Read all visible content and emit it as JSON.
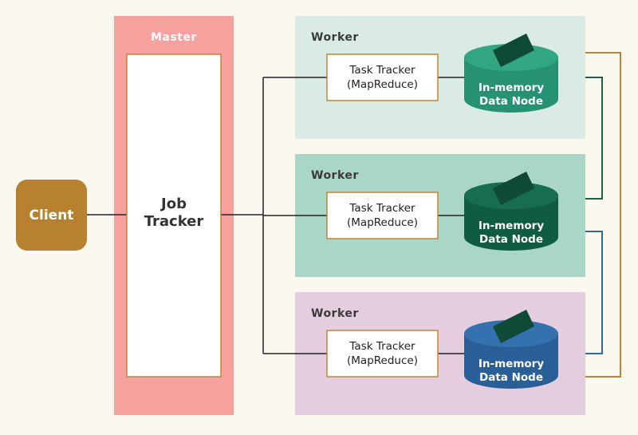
{
  "client": {
    "label": "Client"
  },
  "master": {
    "title": "Master",
    "job_tracker": {
      "line1": "Job",
      "line2": "Tracker"
    }
  },
  "workers": [
    {
      "title": "Worker",
      "task_tracker": {
        "line1": "Task Tracker",
        "line2": "(MapReduce)"
      },
      "data_node": {
        "line1": "In-memory",
        "line2": "Data Node"
      }
    },
    {
      "title": "Worker",
      "task_tracker": {
        "line1": "Task Tracker",
        "line2": "(MapReduce)"
      },
      "data_node": {
        "line1": "In-memory",
        "line2": "Data Node"
      }
    },
    {
      "title": "Worker",
      "task_tracker": {
        "line1": "Task Tracker",
        "line2": "(MapReduce)"
      },
      "data_node": {
        "line1": "In-memory",
        "line2": "Data Node"
      }
    }
  ],
  "colors": {
    "background": "#fbf8f0",
    "client": "#b8812f",
    "master_panel": "#f6a19d",
    "worker_panels": [
      "#d9ebe4",
      "#aad6c8",
      "#e5cde0"
    ],
    "data_nodes": [
      "#269173",
      "#0f5c42",
      "#2a5e96"
    ],
    "data_node_tabs": [
      "#0e4a36",
      "#0e4a36",
      "#0e4a36"
    ],
    "ring_links": [
      "#c5832b",
      "#1f5e45",
      "#2e6a97"
    ],
    "connector": "#222222",
    "tracker_border": "#c18637"
  }
}
